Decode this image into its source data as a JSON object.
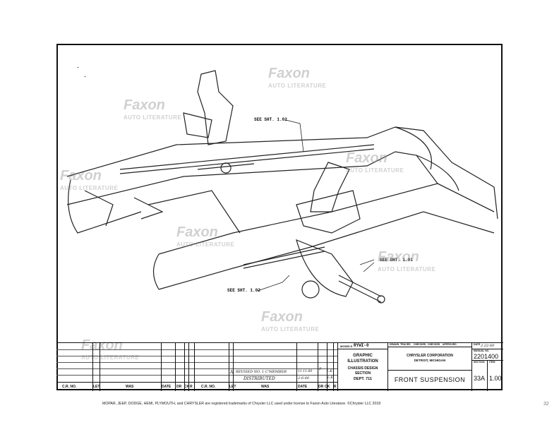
{
  "callouts": [
    "SEE SHT. 1.02",
    "SEE SHT. 1.01",
    "SEE SHT. 1.02"
  ],
  "watermark": {
    "brand": "Faxon",
    "sub": "AUTO LITERATURE"
  },
  "revision_block": {
    "headers_left": [
      "C.R. NO.",
      "LET",
      "WAS",
      "DATE",
      "DR",
      "CK",
      "R"
    ],
    "headers_right": [
      "C.R. NO.",
      "LET",
      "WAS",
      "DATE",
      "DR",
      "CK",
      "R"
    ],
    "entries": [
      {
        "let": "A",
        "was": "REVISED NO. 1 C'MEMBER",
        "date": "11-11-60",
        "dr": "P.",
        "ck": "L.K."
      },
      {
        "let": "",
        "was": "DISTRIBUTED",
        "date": "2-6-60",
        "dr": "",
        "ck": "L.K."
      }
    ]
  },
  "title_block": {
    "models_label": "MODELS",
    "models": "RYWI-0",
    "dept_lines": [
      "GRAPHIC",
      "ILLUSTRATION",
      "CHASSIS DESIGN",
      "SECTION",
      "DEPT. 711"
    ],
    "sign_labels": [
      "DRAWN",
      "TRACED",
      "CHECKED",
      "CHECKED",
      "APPROVED",
      "DATE"
    ],
    "date": "2-22-60",
    "company": "CHRYSLER CORPORATION",
    "location": "DETROIT, MICHIGAN",
    "title": "FRONT  SUSPENSION",
    "manual_label": "MANUAL NO.",
    "manual_no": "2201400",
    "section_label": "SECTION",
    "section": "33A",
    "item_label": "ITEM",
    "item": "1.00"
  },
  "footer": "MOPAR, JEEP, DODGE, HEMI, PLYMOUTH, and CHRYSLER are registered trademarks of Chrysler LLC used under license to Faxon Auto Literature. ©Chrysler LLC 2018",
  "page_number": "32"
}
